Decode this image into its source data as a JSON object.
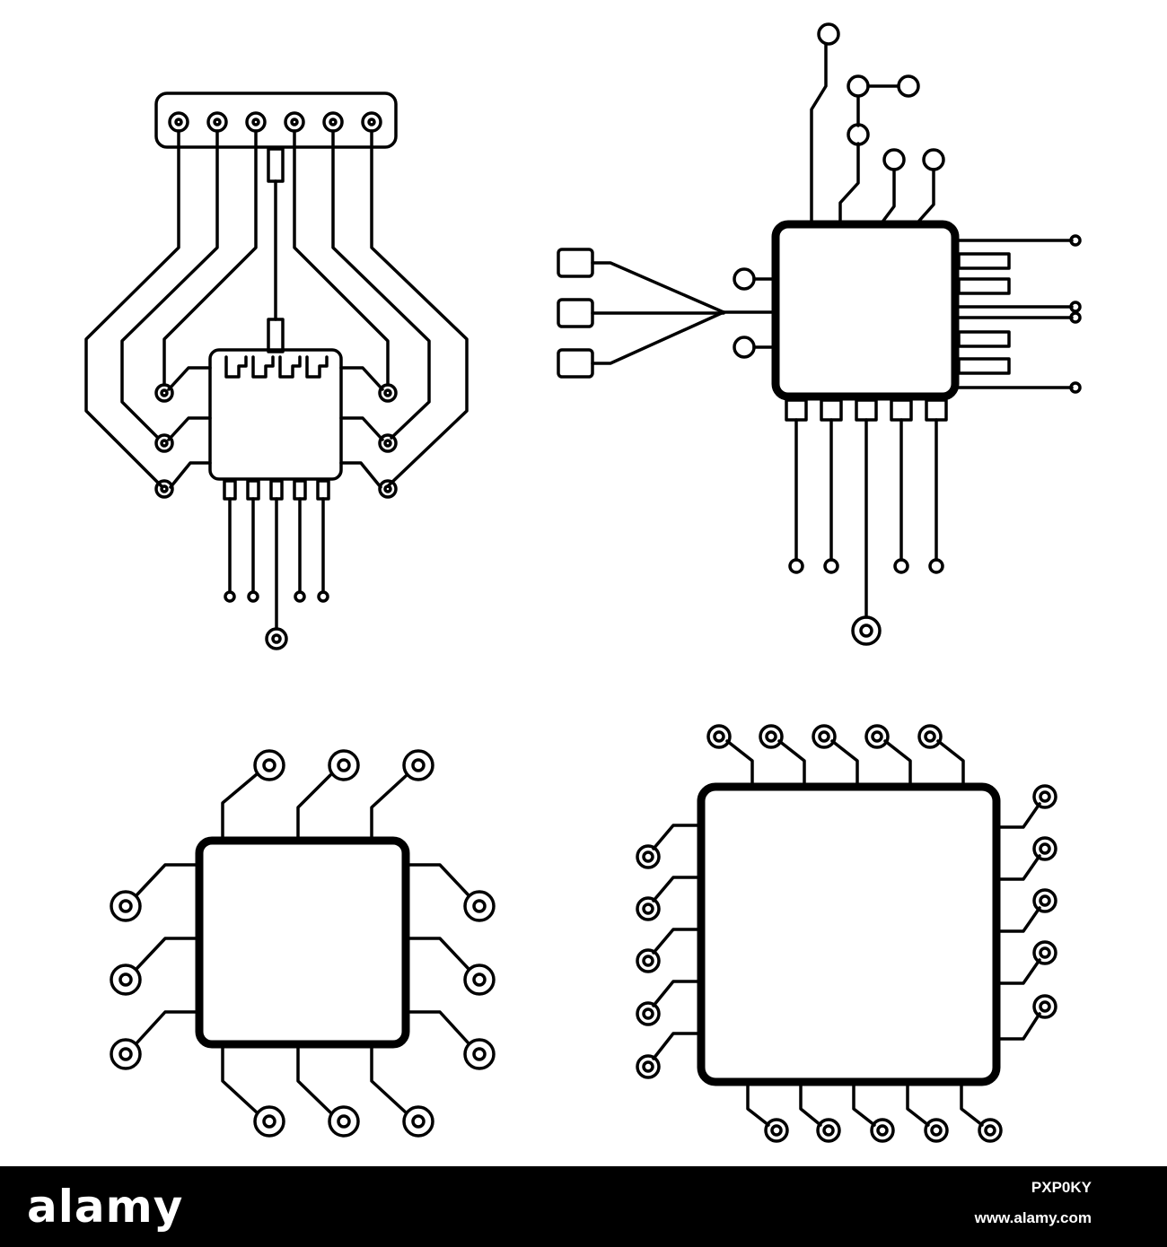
{
  "illustration": {
    "subject": "microchip-circuit-icons",
    "stroke_color": "#000000",
    "background_color": "#ffffff"
  },
  "watermark": {
    "logo_text": "alamy",
    "stock_id": "PXP0KY",
    "site": "www.alamy.com",
    "bar_color": "#000000",
    "text_color": "#ffffff"
  }
}
